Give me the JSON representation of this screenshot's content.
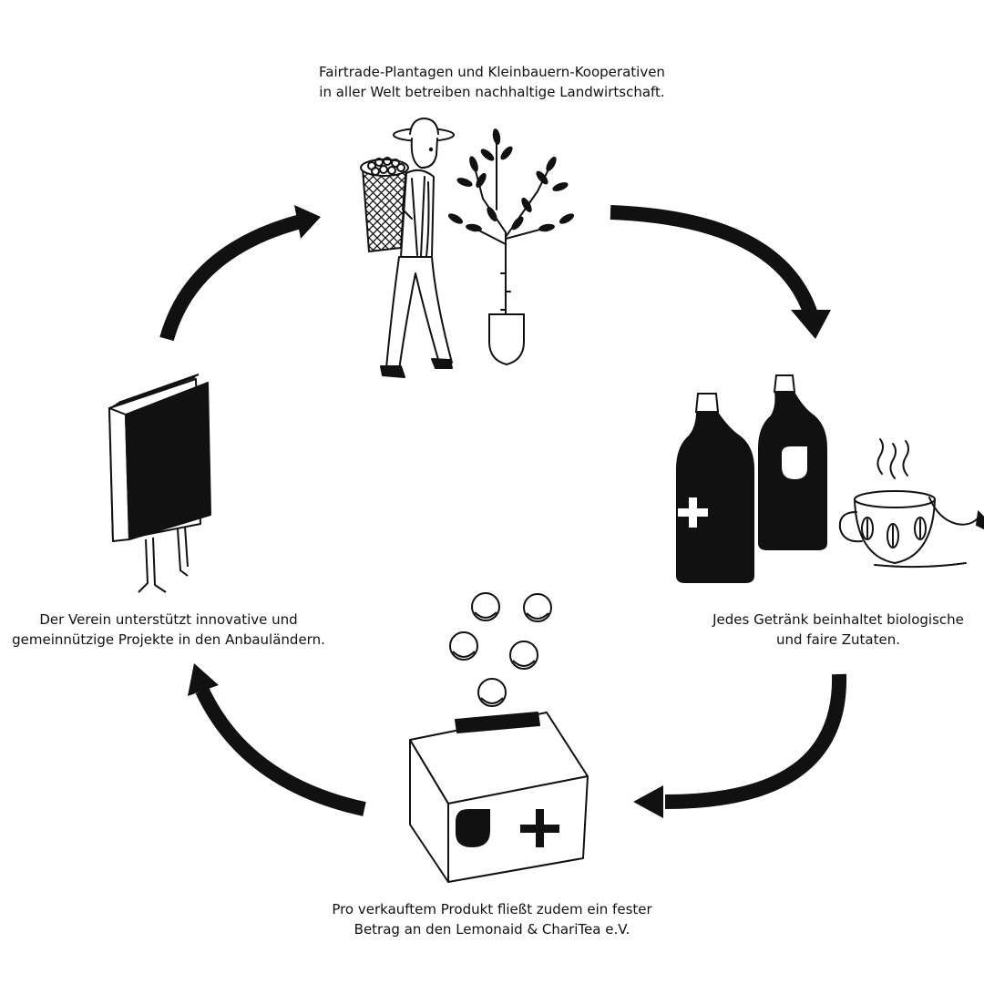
{
  "captions": {
    "top": {
      "line1": "Fairtrade-Plantagen und Kleinbauern-Kooperativen",
      "line2": "in aller Welt betreiben nachhaltige Landwirtschaft."
    },
    "right": {
      "line1": "Jedes Getränk beinhaltet biologische",
      "line2": "und faire Zutaten."
    },
    "bottom": {
      "line1": "Pro verkauftem Produkt fließt zudem ein fester",
      "line2": "Betrag an den Lemonaid & ChariTea e.V."
    },
    "left": {
      "line1": "Der Verein unterstützt innovative und",
      "line2": "gemeinnützige Projekte in den Anbauländern."
    }
  },
  "icons": [
    "farmer-icon",
    "tree-icon",
    "bottle-plus-icon",
    "bottle-drop-icon",
    "teacup-icon",
    "coin-icon",
    "donation-box-icon",
    "book-icon",
    "cycle-arrow-icon"
  ],
  "colors": {
    "ink": "#111111",
    "background": "#ffffff"
  }
}
